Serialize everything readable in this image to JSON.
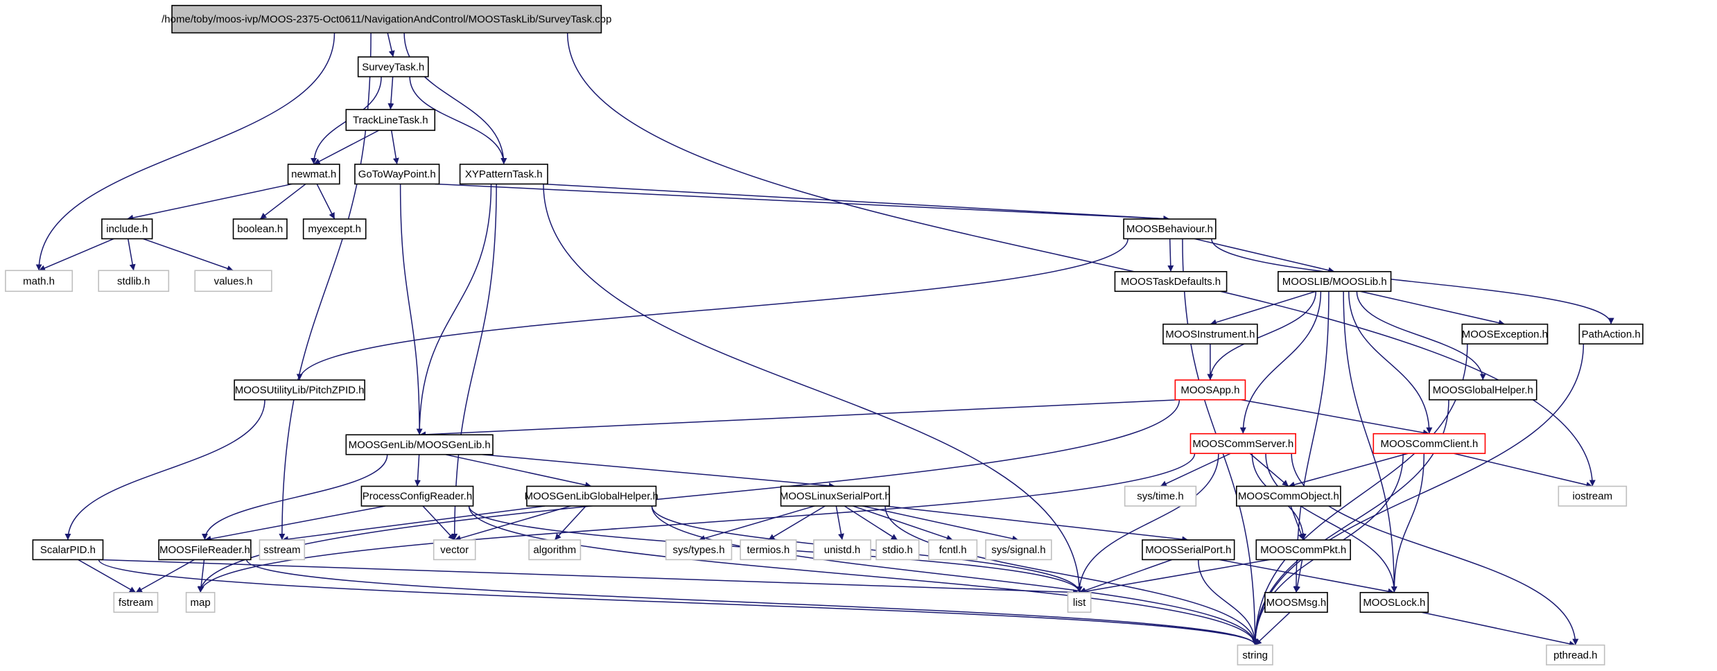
{
  "title": "/home/toby/moos-ivp/MOOS-2375-Oct0611/NavigationAndControl/MOOSTaskLib/SurveyTask.cpp",
  "colors": {
    "edge": "#191970",
    "root_fill": "#bfbfbf",
    "node_border": "#000000",
    "external_border": "#bfbfbf",
    "truncated_border": "#ff0000"
  },
  "nodes": [
    {
      "id": "root",
      "label": "/home/toby/moos-ivp/MOOS-2375-Oct0611/NavigationAndControl/MOOSTaskLib/SurveyTask.cpp",
      "kind": "root"
    },
    {
      "id": "surveytask_h",
      "label": "SurveyTask.h",
      "kind": "local"
    },
    {
      "id": "tracklinetask_h",
      "label": "TrackLineTask.h",
      "kind": "local"
    },
    {
      "id": "newmat_h",
      "label": "newmat.h",
      "kind": "local"
    },
    {
      "id": "gotowaypoint_h",
      "label": "GoToWayPoint.h",
      "kind": "local"
    },
    {
      "id": "xypatterntask_h",
      "label": "XYPatternTask.h",
      "kind": "local"
    },
    {
      "id": "include_h",
      "label": "include.h",
      "kind": "local"
    },
    {
      "id": "boolean_h",
      "label": "boolean.h",
      "kind": "local"
    },
    {
      "id": "myexcept_h",
      "label": "myexcept.h",
      "kind": "local"
    },
    {
      "id": "math_h",
      "label": "math.h",
      "kind": "external"
    },
    {
      "id": "stdlib_h",
      "label": "stdlib.h",
      "kind": "external"
    },
    {
      "id": "values_h",
      "label": "values.h",
      "kind": "external"
    },
    {
      "id": "moosbehaviour_h",
      "label": "MOOSBehaviour.h",
      "kind": "local"
    },
    {
      "id": "moostaskdefaults_h",
      "label": "MOOSTaskDefaults.h",
      "kind": "local"
    },
    {
      "id": "mooslib_h",
      "label": "MOOSLIB/MOOSLib.h",
      "kind": "local"
    },
    {
      "id": "moosinstrument_h",
      "label": "MOOSInstrument.h",
      "kind": "local"
    },
    {
      "id": "moosexception_h",
      "label": "MOOSException.h",
      "kind": "local"
    },
    {
      "id": "pathaction_h",
      "label": "PathAction.h",
      "kind": "local"
    },
    {
      "id": "pitchzpid_h",
      "label": "MOOSUtilityLib/PitchZPID.h",
      "kind": "local"
    },
    {
      "id": "moosapp_h",
      "label": "MOOSApp.h",
      "kind": "truncated"
    },
    {
      "id": "moosglobalhelper_h",
      "label": "MOOSGlobalHelper.h",
      "kind": "local"
    },
    {
      "id": "moosgenlib_h",
      "label": "MOOSGenLib/MOOSGenLib.h",
      "kind": "local"
    },
    {
      "id": "mooscommserver_h",
      "label": "MOOSCommServer.h",
      "kind": "truncated"
    },
    {
      "id": "mooscommclient_h",
      "label": "MOOSCommClient.h",
      "kind": "truncated"
    },
    {
      "id": "processconfigreader_h",
      "label": "ProcessConfigReader.h",
      "kind": "local"
    },
    {
      "id": "moosgenlibglobalhelper_h",
      "label": "MOOSGenLibGlobalHelper.h",
      "kind": "local"
    },
    {
      "id": "mooslinuxserialport_h",
      "label": "MOOSLinuxSerialPort.h",
      "kind": "local"
    },
    {
      "id": "systime_h",
      "label": "sys/time.h",
      "kind": "external"
    },
    {
      "id": "mooscommobject_h",
      "label": "MOOSCommObject.h",
      "kind": "local"
    },
    {
      "id": "iostream",
      "label": "iostream",
      "kind": "external"
    },
    {
      "id": "scalarpid_h",
      "label": "ScalarPID.h",
      "kind": "local"
    },
    {
      "id": "moosfilereader_h",
      "label": "MOOSFileReader.h",
      "kind": "local"
    },
    {
      "id": "sstream",
      "label": "sstream",
      "kind": "external"
    },
    {
      "id": "vector",
      "label": "vector",
      "kind": "external"
    },
    {
      "id": "algorithm",
      "label": "algorithm",
      "kind": "external"
    },
    {
      "id": "systypes_h",
      "label": "sys/types.h",
      "kind": "external"
    },
    {
      "id": "termios_h",
      "label": "termios.h",
      "kind": "external"
    },
    {
      "id": "unistd_h",
      "label": "unistd.h",
      "kind": "external"
    },
    {
      "id": "stdio_h",
      "label": "stdio.h",
      "kind": "external"
    },
    {
      "id": "fcntl_h",
      "label": "fcntl.h",
      "kind": "external"
    },
    {
      "id": "syssignal_h",
      "label": "sys/signal.h",
      "kind": "external"
    },
    {
      "id": "moosserialport_h",
      "label": "MOOSSerialPort.h",
      "kind": "local"
    },
    {
      "id": "mooscommpkt_h",
      "label": "MOOSCommPkt.h",
      "kind": "local"
    },
    {
      "id": "fstream",
      "label": "fstream",
      "kind": "external"
    },
    {
      "id": "map",
      "label": "map",
      "kind": "external"
    },
    {
      "id": "list",
      "label": "list",
      "kind": "external"
    },
    {
      "id": "moosmsg_h",
      "label": "MOOSMsg.h",
      "kind": "local"
    },
    {
      "id": "mooslock_h",
      "label": "MOOSLock.h",
      "kind": "local"
    },
    {
      "id": "string",
      "label": "string",
      "kind": "external"
    },
    {
      "id": "pthread_h",
      "label": "pthread.h",
      "kind": "external"
    }
  ],
  "edges": [
    [
      "root",
      "math_h"
    ],
    [
      "root",
      "sstream"
    ],
    [
      "root",
      "surveytask_h"
    ],
    [
      "root",
      "xypatterntask_h"
    ],
    [
      "root",
      "iostream"
    ],
    [
      "surveytask_h",
      "tracklinetask_h"
    ],
    [
      "surveytask_h",
      "newmat_h"
    ],
    [
      "surveytask_h",
      "xypatterntask_h"
    ],
    [
      "tracklinetask_h",
      "newmat_h"
    ],
    [
      "tracklinetask_h",
      "gotowaypoint_h"
    ],
    [
      "newmat_h",
      "include_h"
    ],
    [
      "newmat_h",
      "boolean_h"
    ],
    [
      "newmat_h",
      "myexcept_h"
    ],
    [
      "include_h",
      "math_h"
    ],
    [
      "include_h",
      "stdlib_h"
    ],
    [
      "include_h",
      "values_h"
    ],
    [
      "gotowaypoint_h",
      "moosbehaviour_h"
    ],
    [
      "gotowaypoint_h",
      "moosgenlib_h"
    ],
    [
      "xypatterntask_h",
      "moosbehaviour_h"
    ],
    [
      "xypatterntask_h",
      "moosgenlib_h"
    ],
    [
      "xypatterntask_h",
      "vector"
    ],
    [
      "xypatterntask_h",
      "list"
    ],
    [
      "moosbehaviour_h",
      "moostaskdefaults_h"
    ],
    [
      "moosbehaviour_h",
      "mooslib_h"
    ],
    [
      "moosbehaviour_h",
      "pathaction_h"
    ],
    [
      "moosbehaviour_h",
      "pitchzpid_h"
    ],
    [
      "moosbehaviour_h",
      "string"
    ],
    [
      "mooslib_h",
      "moosinstrument_h"
    ],
    [
      "mooslib_h",
      "moosapp_h"
    ],
    [
      "mooslib_h",
      "mooscommserver_h"
    ],
    [
      "mooslib_h",
      "mooscommclient_h"
    ],
    [
      "mooslib_h",
      "moosexception_h"
    ],
    [
      "mooslib_h",
      "moosglobalhelper_h"
    ],
    [
      "mooslib_h",
      "moosmsg_h"
    ],
    [
      "mooslib_h",
      "mooslock_h"
    ],
    [
      "moosinstrument_h",
      "moosapp_h"
    ],
    [
      "moosexception_h",
      "string"
    ],
    [
      "pathaction_h",
      "string"
    ],
    [
      "moosglobalhelper_h",
      "string"
    ],
    [
      "pitchzpid_h",
      "scalarpid_h"
    ],
    [
      "moosapp_h",
      "moosgenlib_h"
    ],
    [
      "moosapp_h",
      "mooscommclient_h"
    ],
    [
      "moosapp_h",
      "map"
    ],
    [
      "moosgenlib_h",
      "processconfigreader_h"
    ],
    [
      "moosgenlib_h",
      "moosgenlibglobalhelper_h"
    ],
    [
      "moosgenlib_h",
      "mooslinuxserialport_h"
    ],
    [
      "moosgenlib_h",
      "moosfilereader_h"
    ],
    [
      "mooscommserver_h",
      "systime_h"
    ],
    [
      "mooscommserver_h",
      "mooscommobject_h"
    ],
    [
      "mooscommserver_h",
      "mooscommpkt_h"
    ],
    [
      "mooscommserver_h",
      "mooslock_h"
    ],
    [
      "mooscommserver_h",
      "pthread_h"
    ],
    [
      "mooscommserver_h",
      "list"
    ],
    [
      "mooscommserver_h",
      "map"
    ],
    [
      "mooscommclient_h",
      "mooscommobject_h"
    ],
    [
      "mooscommclient_h",
      "iostream"
    ],
    [
      "mooscommclient_h",
      "mooslock_h"
    ],
    [
      "mooscommclient_h",
      "string"
    ],
    [
      "processconfigreader_h",
      "moosfilereader_h"
    ],
    [
      "processconfigreader_h",
      "vector"
    ],
    [
      "processconfigreader_h",
      "list"
    ],
    [
      "processconfigreader_h",
      "string"
    ],
    [
      "moosgenlibglobalhelper_h",
      "sstream"
    ],
    [
      "moosgenlibglobalhelper_h",
      "vector"
    ],
    [
      "moosgenlibglobalhelper_h",
      "algorithm"
    ],
    [
      "moosgenlibglobalhelper_h",
      "list"
    ],
    [
      "moosgenlibglobalhelper_h",
      "string"
    ],
    [
      "mooslinuxserialport_h",
      "systypes_h"
    ],
    [
      "mooslinuxserialport_h",
      "termios_h"
    ],
    [
      "mooslinuxserialport_h",
      "unistd_h"
    ],
    [
      "mooslinuxserialport_h",
      "stdio_h"
    ],
    [
      "mooslinuxserialport_h",
      "fcntl_h"
    ],
    [
      "mooslinuxserialport_h",
      "syssignal_h"
    ],
    [
      "mooslinuxserialport_h",
      "moosserialport_h"
    ],
    [
      "mooslinuxserialport_h",
      "string"
    ],
    [
      "mooscommobject_h",
      "mooscommpkt_h"
    ],
    [
      "scalarpid_h",
      "fstream"
    ],
    [
      "scalarpid_h",
      "list"
    ],
    [
      "scalarpid_h",
      "string"
    ],
    [
      "moosfilereader_h",
      "fstream"
    ],
    [
      "moosfilereader_h",
      "map"
    ],
    [
      "moosfilereader_h",
      "string"
    ],
    [
      "moosserialport_h",
      "list"
    ],
    [
      "moosserialport_h",
      "string"
    ],
    [
      "moosserialport_h",
      "mooslock_h"
    ],
    [
      "mooscommpkt_h",
      "moosmsg_h"
    ],
    [
      "mooscommpkt_h",
      "list"
    ],
    [
      "moosmsg_h",
      "string"
    ],
    [
      "mooslock_h",
      "pthread_h"
    ]
  ]
}
